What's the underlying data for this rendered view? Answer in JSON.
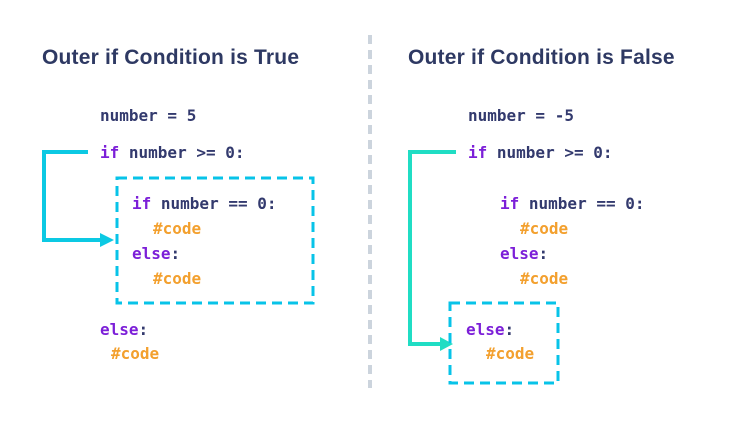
{
  "colors": {
    "background": "#ffffff",
    "heading": "#2e3963",
    "code_plain": "#333a6e",
    "keyword": "#7c1fd8",
    "comment": "#f3a02e",
    "arrow_left": "#0cc9e3",
    "arrow_right": "#20ddc4",
    "box_border": "#07c3e8",
    "separator": "#ccd4dd"
  },
  "panels": [
    {
      "title": "Outer if Condition is True",
      "code_lines": [
        {
          "segments": [
            {
              "type": "plain",
              "text": "number = 5"
            }
          ]
        },
        {
          "segments": [
            {
              "type": "keyword",
              "text": "if"
            },
            {
              "type": "plain",
              "text": " number >= 0:"
            }
          ]
        },
        {
          "segments": [
            {
              "type": "keyword",
              "text": "if"
            },
            {
              "type": "plain",
              "text": " number == 0:"
            }
          ]
        },
        {
          "segments": [
            {
              "type": "comment",
              "text": "#code"
            }
          ]
        },
        {
          "segments": [
            {
              "type": "keyword",
              "text": "else"
            },
            {
              "type": "plain",
              "text": ":"
            }
          ]
        },
        {
          "segments": [
            {
              "type": "comment",
              "text": "#code"
            }
          ]
        },
        {
          "segments": [
            {
              "type": "keyword",
              "text": "else"
            },
            {
              "type": "plain",
              "text": ":"
            }
          ]
        },
        {
          "segments": [
            {
              "type": "comment",
              "text": "#code"
            }
          ]
        }
      ]
    },
    {
      "title": "Outer if Condition is False",
      "code_lines": [
        {
          "segments": [
            {
              "type": "plain",
              "text": "number = -5"
            }
          ]
        },
        {
          "segments": [
            {
              "type": "keyword",
              "text": "if"
            },
            {
              "type": "plain",
              "text": " number >= 0:"
            }
          ]
        },
        {
          "segments": [
            {
              "type": "keyword",
              "text": "if"
            },
            {
              "type": "plain",
              "text": " number == 0:"
            }
          ]
        },
        {
          "segments": [
            {
              "type": "comment",
              "text": "#code"
            }
          ]
        },
        {
          "segments": [
            {
              "type": "keyword",
              "text": "else"
            },
            {
              "type": "plain",
              "text": ":"
            }
          ]
        },
        {
          "segments": [
            {
              "type": "comment",
              "text": "#code"
            }
          ]
        },
        {
          "segments": [
            {
              "type": "keyword",
              "text": "else"
            },
            {
              "type": "plain",
              "text": ":"
            }
          ]
        },
        {
          "segments": [
            {
              "type": "comment",
              "text": "#code"
            }
          ]
        }
      ]
    }
  ]
}
